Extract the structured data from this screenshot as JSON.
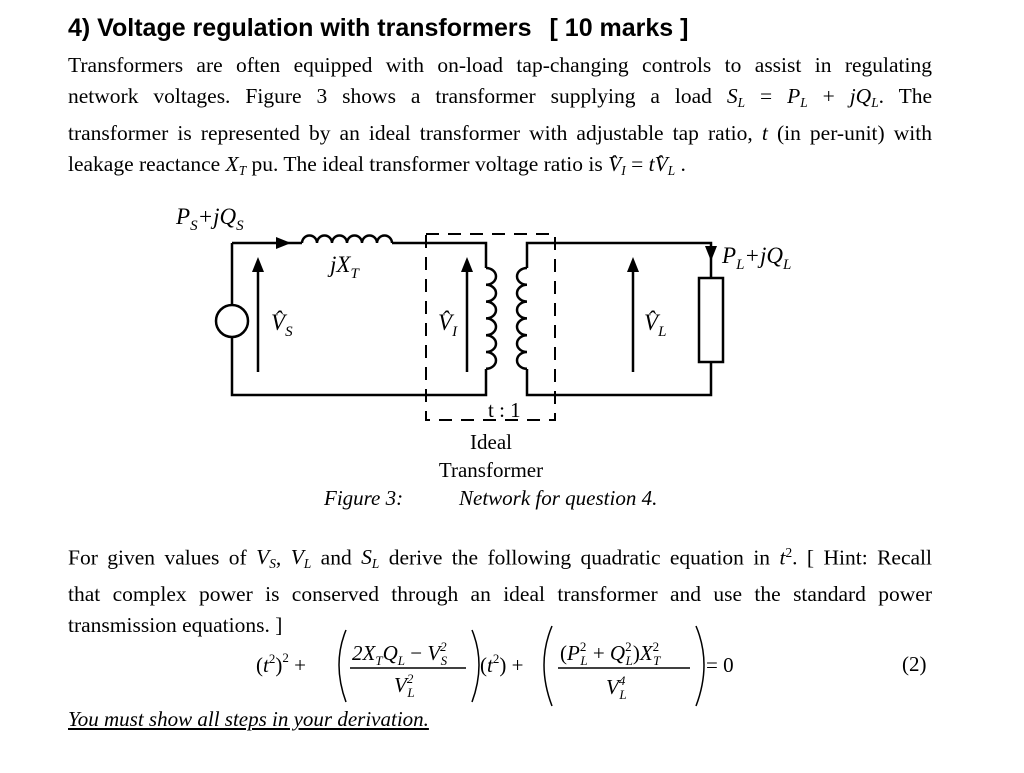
{
  "question": {
    "heading": "4) Voltage regulation with transformers",
    "marks": "[ 10 marks ]"
  },
  "intro_lines": [
    [
      "Transformers are often equipped with on-load tap-changing controls to assist in regulating"
    ],
    [
      "network voltages. Figure 3 shows a transformer supplying a load "
    ],
    [
      "transformer is represented by an ideal transformer with adjustable tap ratio, "
    ],
    [
      "leakage reactance "
    ]
  ],
  "intro": {
    "line2_end": ". The",
    "line3_mid": " (in per-unit) with",
    "line4_mid": " pu. The ideal transformer voltage ratio is "
  },
  "figure": {
    "source_power": "PS+jQS",
    "load_power": "PL+jQL",
    "reactance": "jXT",
    "source_voltage": "VS",
    "ideal_voltage": "VI",
    "load_voltage": "VL",
    "ratio": "t : 1",
    "ideal_label_1": "Ideal",
    "ideal_label_2": "Transformer",
    "caption_number": "Figure 3:",
    "caption_text": "Network for question 4."
  },
  "task": {
    "line1_a": "For given values of ",
    "line1_b": " derive the following quadratic equation in ",
    "line1_c": ". [ Hint: Recall",
    "line2": "that complex power is conserved through an ideal transformer and use the standard power",
    "line3": "transmission equations. ]"
  },
  "equation_number": "(2)",
  "footer": "You must show all steps in your derivation."
}
